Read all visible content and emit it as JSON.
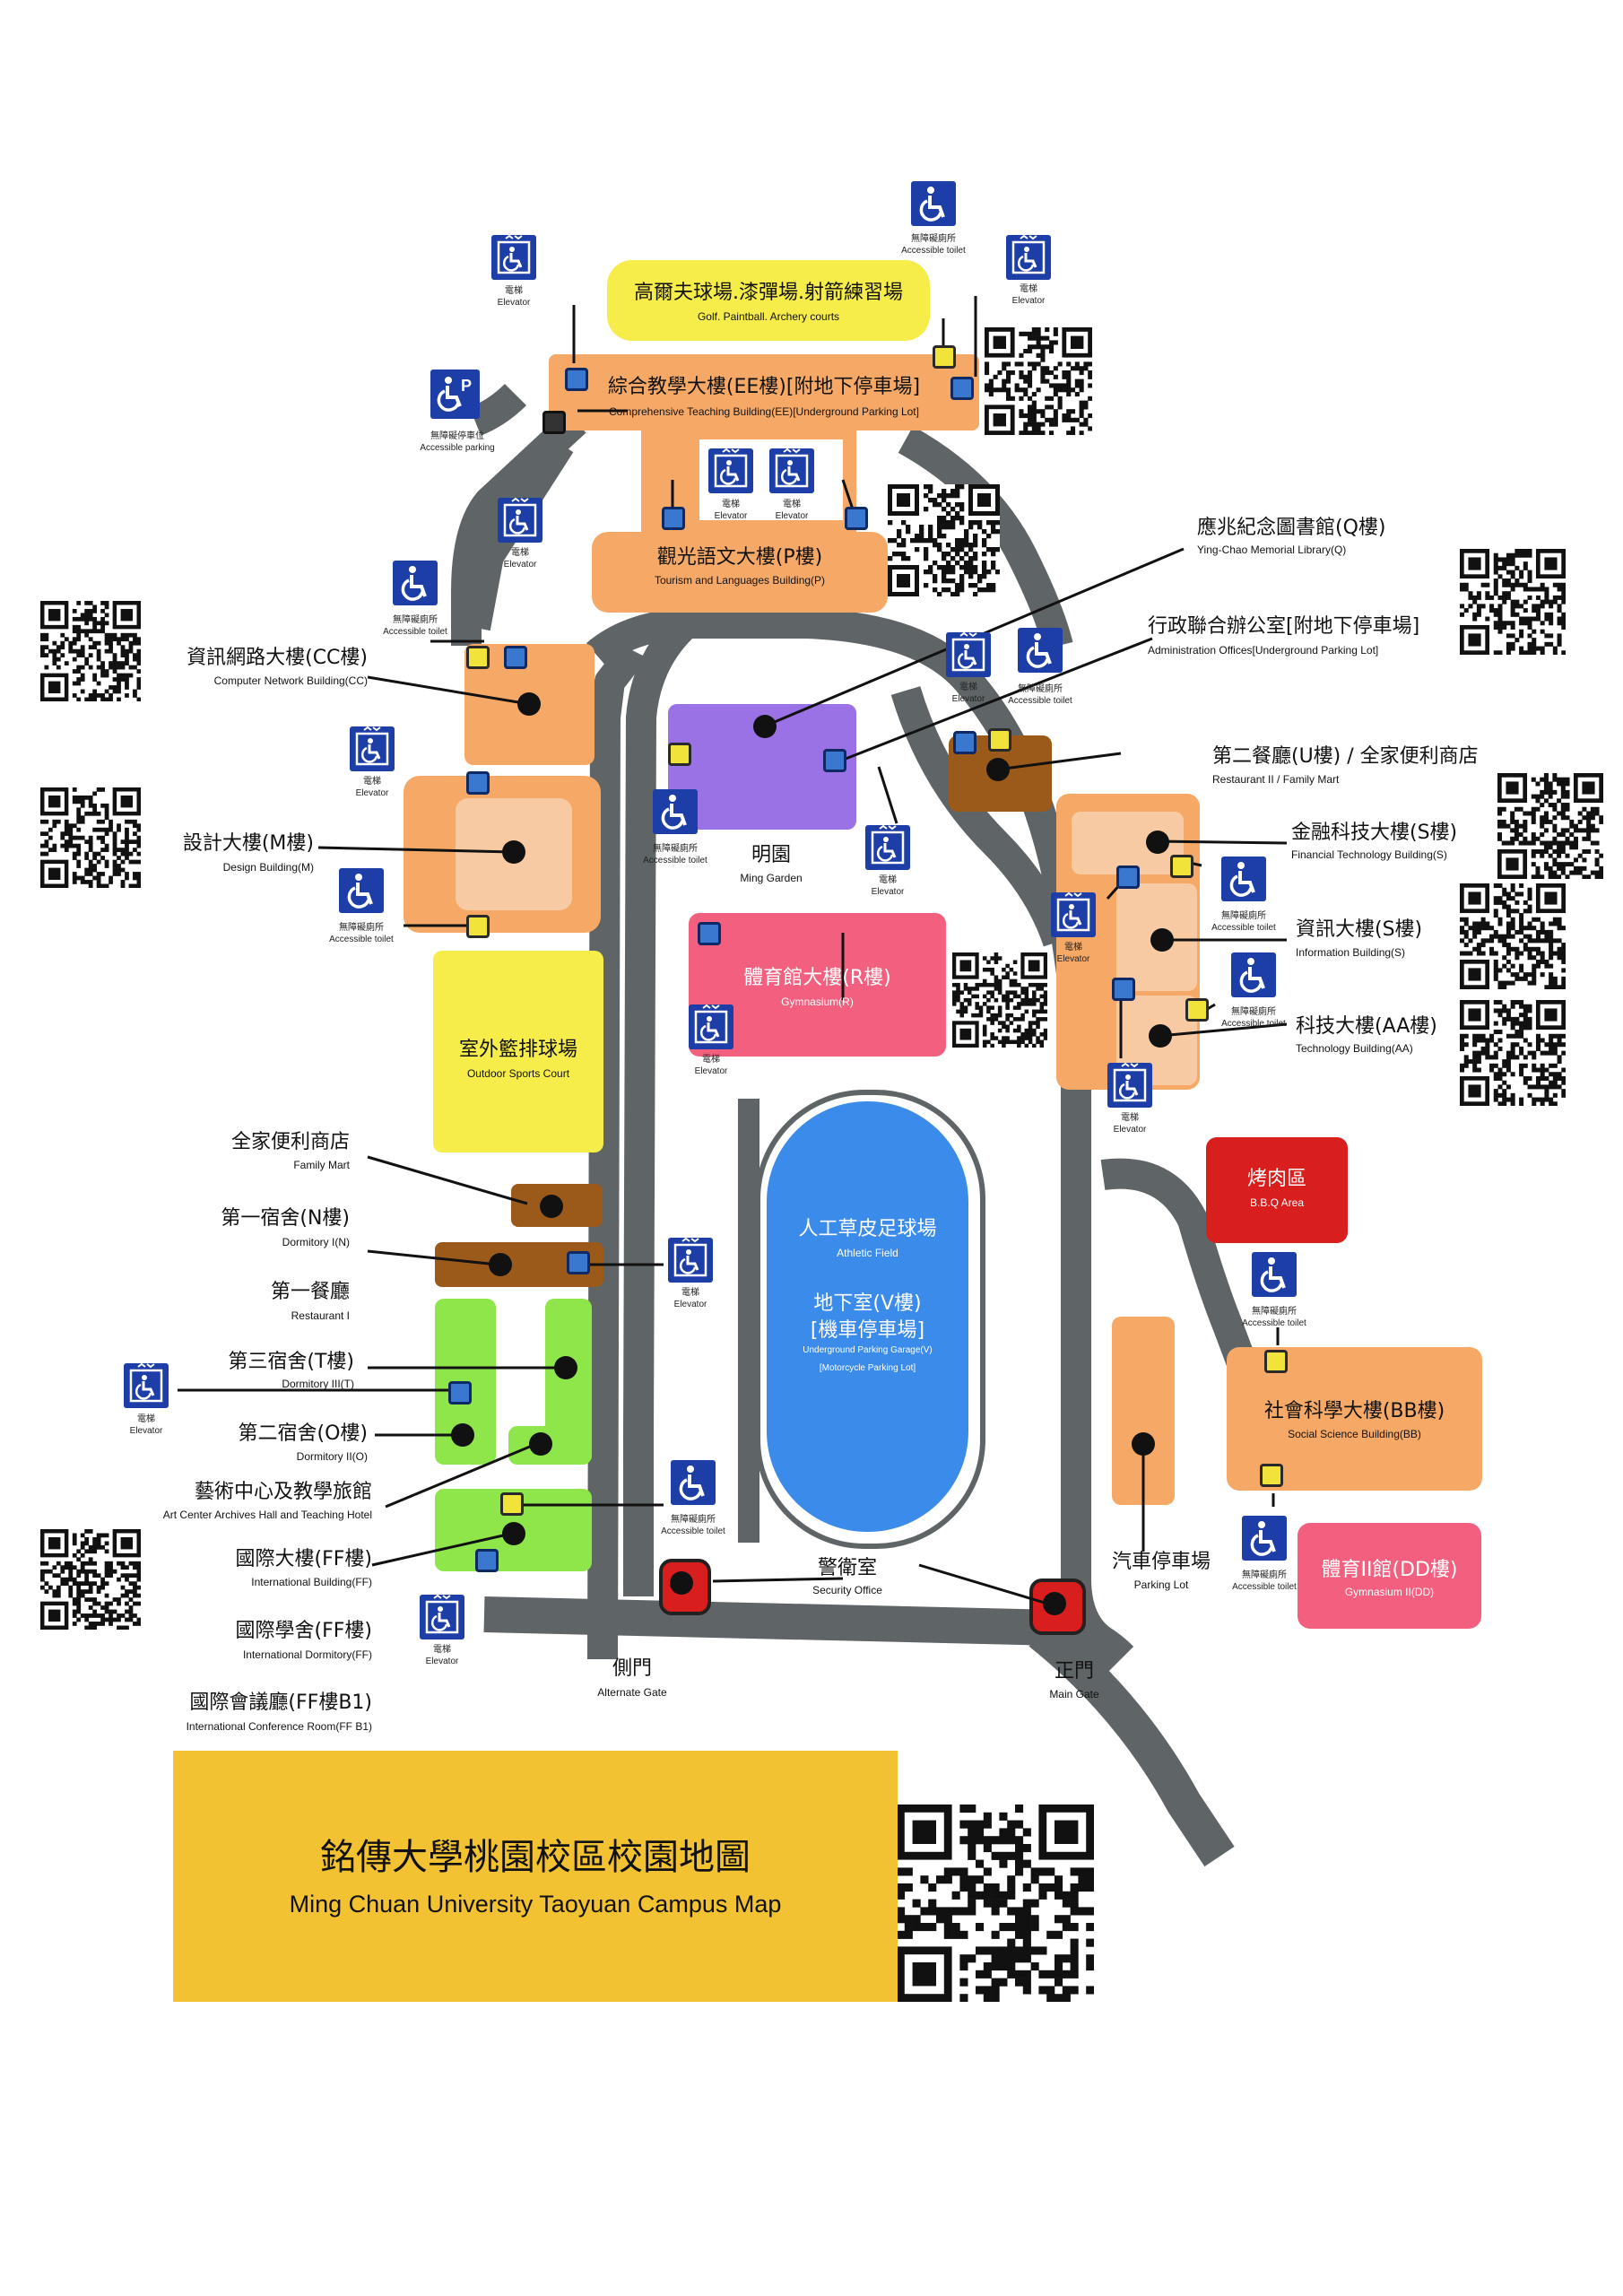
{
  "map": {
    "buildings": {
      "golf": {
        "zh": "高爾夫球場.漆彈場.射箭練習場",
        "en": "Golf. Paintball. Archery courts"
      },
      "ee": {
        "zh": "綜合教學大樓(EE樓)[附地下停車場]",
        "en": "Comprehensive Teaching Building(EE)[Underground Parking Lot]"
      },
      "p": {
        "zh": "觀光語文大樓(P樓)",
        "en": "Tourism and Languages Building(P)"
      },
      "q": {
        "zh": "應兆紀念圖書館(Q樓)",
        "en": "Ying-Chao Memorial Library(Q)"
      },
      "admin": {
        "zh": "行政聯合辦公室[附地下停車場]",
        "en": "Administration Offices[Underground Parking Lot]"
      },
      "cc": {
        "zh": "資訊網路大樓(CC樓)",
        "en": "Computer Network Building(CC)"
      },
      "m": {
        "zh": "設計大樓(M樓)",
        "en": "Design Building(M)"
      },
      "garden": {
        "zh": "明園",
        "en": "Ming Garden"
      },
      "u": {
        "zh": "第二餐廳(U樓) / 全家便利商店",
        "en": "Restaurant II / Family Mart"
      },
      "s_fin": {
        "zh": "金融科技大樓(S樓)",
        "en": "Financial Technology Building(S)"
      },
      "s_info": {
        "zh": "資訊大樓(S樓)",
        "en": "Information Building(S)"
      },
      "aa": {
        "zh": "科技大樓(AA樓)",
        "en": "Technology Building(AA)"
      },
      "r": {
        "zh": "體育館大樓(R樓)",
        "en": "Gymnasium(R)"
      },
      "court": {
        "zh": "室外籃排球場",
        "en": "Outdoor Sports Court"
      },
      "field": {
        "zh": "人工草皮足球場",
        "en": "Athletic Field"
      },
      "garage_zh1": "地下室(V樓)",
      "garage_zh2": "[機車停車場]",
      "garage_en1": "Underground Parking Garage(V)",
      "garage_en2": "[Motorcycle Parking Lot]",
      "bbq": {
        "zh": "烤肉區",
        "en": "B.B.Q Area"
      },
      "bb": {
        "zh": "社會科學大樓(BB樓)",
        "en": "Social Science Building(BB)"
      },
      "dd": {
        "zh": "體育II館(DD樓)",
        "en": "Gymnasium II(DD)"
      },
      "familymart": {
        "zh": "全家便利商店",
        "en": "Family Mart"
      },
      "n": {
        "zh": "第一宿舍(N樓)",
        "en": "Dormitory I(N)"
      },
      "rest1": {
        "zh": "第一餐廳",
        "en": "Restaurant I"
      },
      "t": {
        "zh": "第三宿舍(T樓)",
        "en": "Dormitory III(T)"
      },
      "o": {
        "zh": "第二宿舍(O樓)",
        "en": "Dormitory II(O)"
      },
      "art": {
        "zh": "藝術中心及教學旅館",
        "en": "Art Center Archives Hall and Teaching Hotel"
      },
      "ff": {
        "zh": "國際大樓(FF樓)",
        "en": "International Building(FF)"
      },
      "ffdorm": {
        "zh": "國際學舍(FF樓)",
        "en": "International Dormitory(FF)"
      },
      "ffb1": {
        "zh": "國際會議廳(FF樓B1)",
        "en": "International Conference Room(FF B1)"
      },
      "security": {
        "zh": "警衛室",
        "en": "Security Office"
      },
      "parking": {
        "zh": "汽車停車場",
        "en": "Parking Lot"
      },
      "sidegate": {
        "zh": "側門",
        "en": "Alternate Gate"
      },
      "maingate": {
        "zh": "正門",
        "en": "Main Gate"
      }
    },
    "icons": {
      "elevator": {
        "zh": "電梯",
        "en": "Elevator"
      },
      "toilet": {
        "zh": "無障礙廁所",
        "en": "Accessible toilet"
      },
      "parking": {
        "zh": "無障礙停車位",
        "en": "Accessible parking"
      }
    },
    "title": {
      "zh": "銘傳大學桃園校區校園地圖",
      "en": "Ming Chuan University Taoyuan Campus Map"
    },
    "colors": {
      "orange": "#f6a966",
      "brown": "#9c5a1a",
      "purple": "#9b72e6",
      "pink": "#f3607f",
      "yellow": "#f6ec4a",
      "green": "#8ee64a",
      "blue": "#3b8bea",
      "red": "#d91e1e",
      "road": "#5f6466",
      "title_bg": "#f2c233"
    }
  }
}
